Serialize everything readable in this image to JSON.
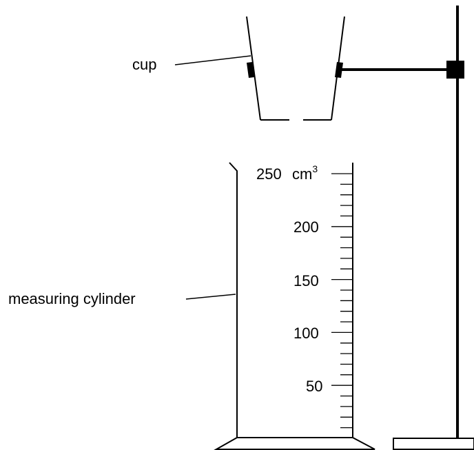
{
  "labels": {
    "cup": "cup",
    "measuring_cylinder": "measuring cylinder"
  },
  "scale": {
    "unit": "cm",
    "unit_power": "3",
    "values": [
      "250",
      "200",
      "150",
      "100",
      "50"
    ],
    "max": 250,
    "minor_step": 10
  },
  "colors": {
    "ink": "#000000",
    "background": "#ffffff"
  }
}
